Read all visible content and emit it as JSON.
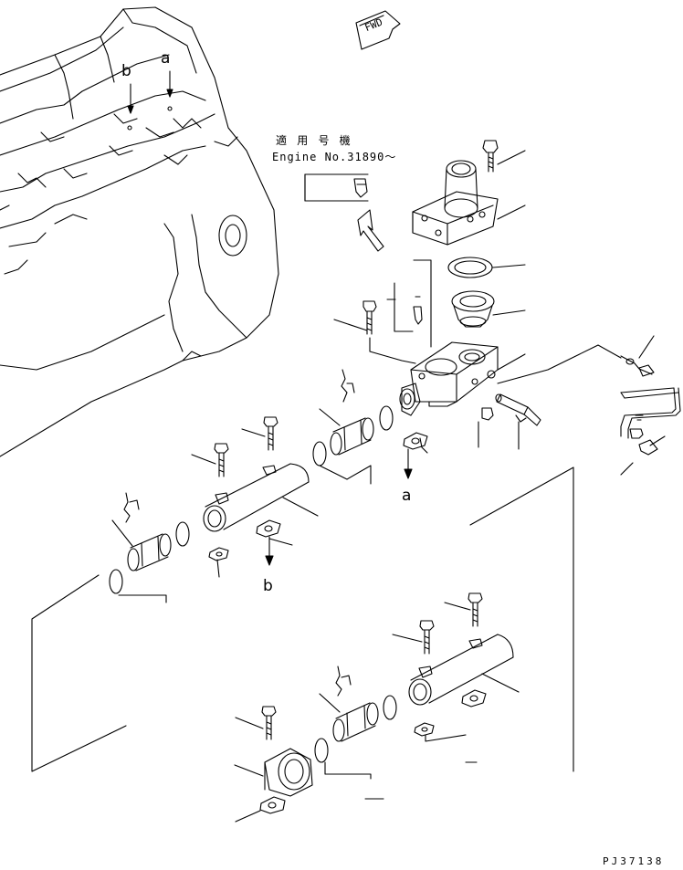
{
  "applicability": {
    "line1": "適 用 号 機",
    "line2": "Engine No.31890～"
  },
  "fwd_label": "FWD",
  "ref_labels": {
    "a_top": "a",
    "b_top": "b",
    "a_mid": "a",
    "b_mid": "b"
  },
  "drawing_code": "PJ37138"
}
